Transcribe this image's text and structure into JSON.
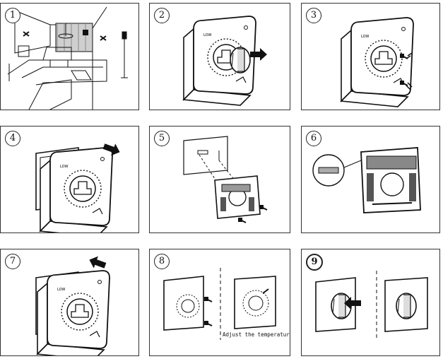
{
  "steps": [
    {
      "number": "1"
    },
    {
      "number": "2"
    },
    {
      "number": "3"
    },
    {
      "number": "4"
    },
    {
      "number": "5"
    },
    {
      "number": "6"
    },
    {
      "number": "7"
    },
    {
      "number": "8",
      "caption": "Adjust the temperature range"
    },
    {
      "number": "9"
    }
  ]
}
